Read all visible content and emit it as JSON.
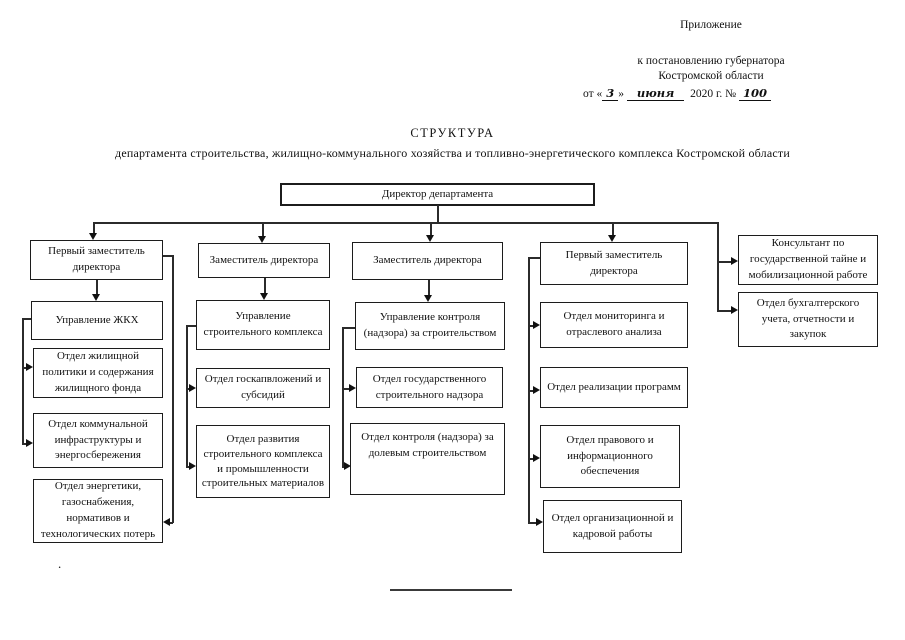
{
  "header": {
    "appendix": "Приложение",
    "line2": "к постановлению губернатора",
    "line3": "Костромской области",
    "date_from": "от «",
    "date_day": "3",
    "date_close": "»",
    "date_month": "июня",
    "date_year": "2020 г. №",
    "doc_number": "100"
  },
  "title": {
    "heading": "СТРУКТУРА",
    "subtitle": "департамента строительства, жилищно-коммунального хозяйства и топливно-энергетического комплекса Костромской области"
  },
  "director": {
    "label": "Директор департамента"
  },
  "columns": {
    "col1": {
      "head": "Первый заместитель директора",
      "unit": "Управление ЖКХ",
      "dept1": "Отдел жилищной политики и содержания жилищного фонда",
      "dept2": "Отдел коммунальной инфраструктуры и энергосбережения",
      "dept3": "Отдел энергетики, газоснабжения, нормативов и технологических потерь"
    },
    "col2": {
      "head": "Заместитель директора",
      "unit": "Управление строительного комплекса",
      "dept1": "Отдел госкапвложений и субсидий",
      "dept2": "Отдел развития строительного комплекса и промышленности строительных материалов"
    },
    "col3": {
      "head": "Заместитель директора",
      "unit": "Управление контроля (надзора) за строительством",
      "dept1": "Отдел государственного строительного надзора",
      "dept2": "Отдел контроля (надзора) за долевым строительством"
    },
    "col4": {
      "head": "Первый заместитель директора",
      "dept1": "Отдел мониторинга и отраслевого анализа",
      "dept2": "Отдел реализации программ",
      "dept3": "Отдел правового и информационного обеспечения",
      "dept4": "Отдел организационной и кадровой работы"
    },
    "col5": {
      "box1": "Консультант по государственной тайне и мобилизационной работе",
      "box2": "Отдел бухгалтерского учета, отчетности и закупок"
    }
  },
  "footer": {
    "dot": "."
  }
}
